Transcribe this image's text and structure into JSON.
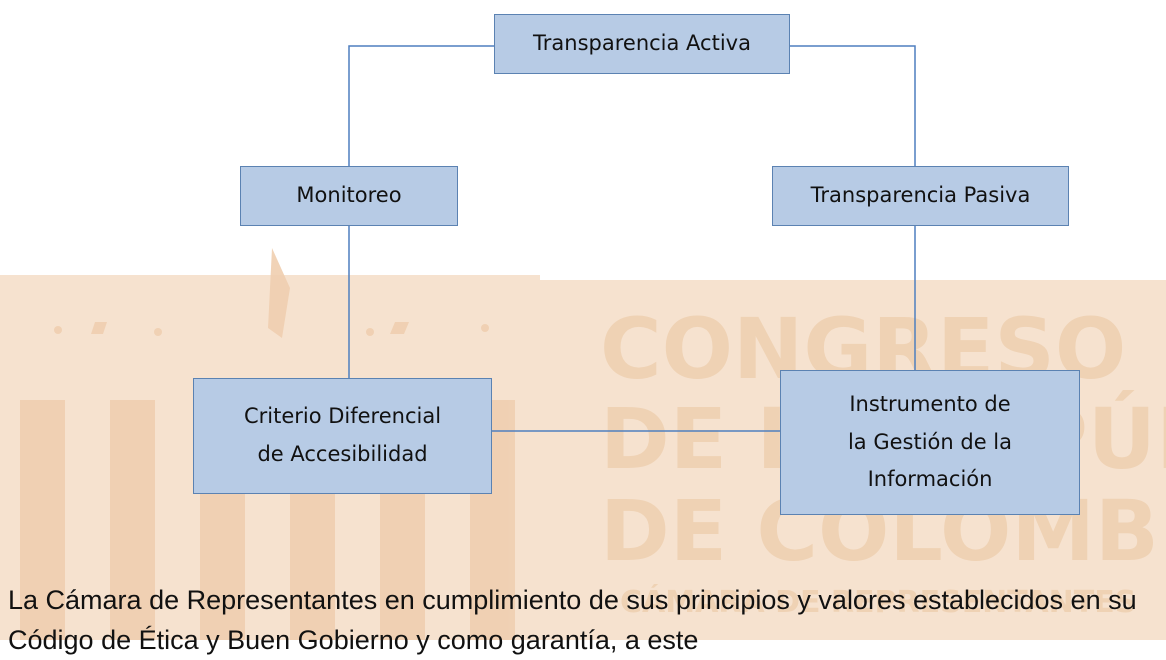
{
  "diagram": {
    "nodes": [
      {
        "id": "transparencia-activa",
        "label": "Transparencia Activa"
      },
      {
        "id": "monitoreo",
        "label": "Monitoreo"
      },
      {
        "id": "transparencia-pasiva",
        "label": "Transparencia Pasiva"
      },
      {
        "id": "criterio-diferencial",
        "label": "Criterio Diferencial de Accesibilidad"
      },
      {
        "id": "instrumento-gestion",
        "label": "Instrumento de la Gestión de la Información"
      }
    ],
    "edges": [
      {
        "from": "transparencia-activa",
        "to": "monitoreo"
      },
      {
        "from": "transparencia-activa",
        "to": "transparencia-pasiva"
      },
      {
        "from": "monitoreo",
        "to": "criterio-diferencial"
      },
      {
        "from": "transparencia-pasiva",
        "to": "instrumento-gestion"
      },
      {
        "from": "criterio-diferencial",
        "to": "instrumento-gestion"
      }
    ]
  },
  "watermark": {
    "lines": [
      "CONGRESO",
      "DE LA REPÚBLICA",
      "DE COLOMBIA",
      "CÁMARA DE REPRESENTANTES"
    ],
    "color": "#f5dcc4"
  },
  "body_text": {
    "paragraph": "La Cámara de Representantes en cumplimiento de sus principios y valores establecidos en su Código de Ética y Buen Gobierno y como garantía, a este"
  },
  "colors": {
    "node_fill": "#b7cbe5",
    "node_border": "#5b82b2",
    "connector": "#4f7fbf"
  }
}
